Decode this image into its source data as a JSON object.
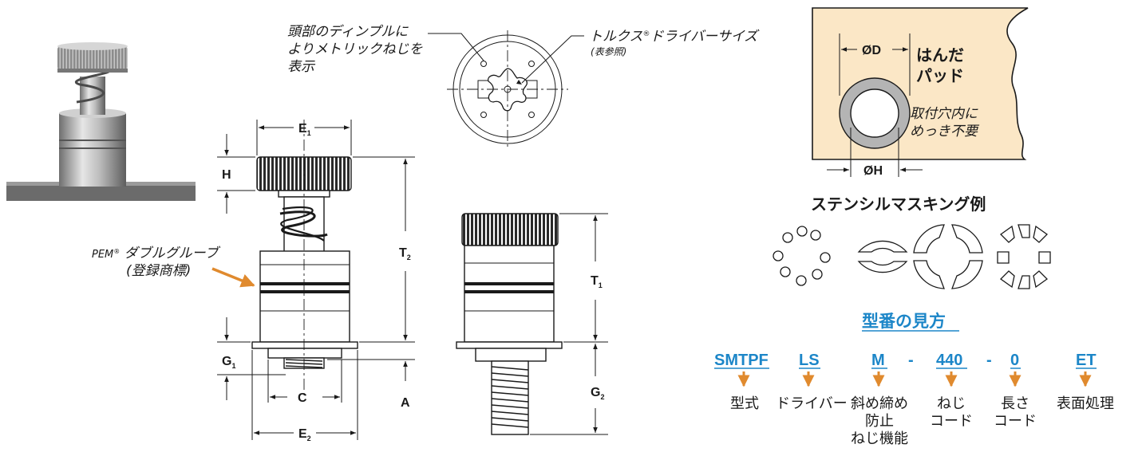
{
  "dimensions": {
    "E1": {
      "main": "E",
      "sub": "1"
    },
    "H": {
      "main": "H"
    },
    "T2": {
      "main": "T",
      "sub": "2"
    },
    "G1": {
      "main": "G",
      "sub": "1"
    },
    "C": {
      "main": "C"
    },
    "A": {
      "main": "A"
    },
    "E2": {
      "main": "E",
      "sub": "2"
    },
    "T1": {
      "main": "T",
      "sub": "1"
    },
    "G2": {
      "main": "G",
      "sub": "2"
    },
    "D": {
      "main": "ØD"
    },
    "Hdia": {
      "main": "ØH"
    }
  },
  "notes": {
    "dimple_line1": "頭部のディンプルに",
    "dimple_line2": "よりメトリックねじを",
    "dimple_line3": "表示",
    "torx": "トルクス",
    "torx_reg": "®",
    "torx_rest": "ドライバーサイズ",
    "torx_ref": "(表参照)",
    "pem_prefix": "PEM",
    "pem_reg": "®",
    "pem_line1": " ダブルグルーブ",
    "pem_line2": "(登録商標)",
    "solder_line1": "はんだ",
    "solder_line2": "パッド",
    "plating_line1": "取付穴内に",
    "plating_line2": "めっき不要",
    "stencil_title": "ステンシルマスキング例"
  },
  "part_number": {
    "title": "型番の見方",
    "codes": [
      {
        "code": "SMTPF",
        "label": [
          "型式"
        ]
      },
      {
        "code": "LS",
        "label": [
          "ドライバー"
        ]
      },
      {
        "code": "M",
        "label": [
          "斜め締め",
          "防止",
          "ねじ機能"
        ]
      },
      {
        "code": "440",
        "label": [
          "ねじ",
          "コード"
        ]
      },
      {
        "code": "0",
        "label": [
          "長さ",
          "コード"
        ]
      },
      {
        "code": "ET",
        "label": [
          "表面処理"
        ]
      }
    ],
    "separators": [
      "-",
      "-"
    ]
  },
  "colors": {
    "accent_blue": "#1c86c8",
    "arrow_orange": "#e08a2e",
    "pcb_tan": "#fbe7c6",
    "pad_gray": "#b4b4b4"
  }
}
